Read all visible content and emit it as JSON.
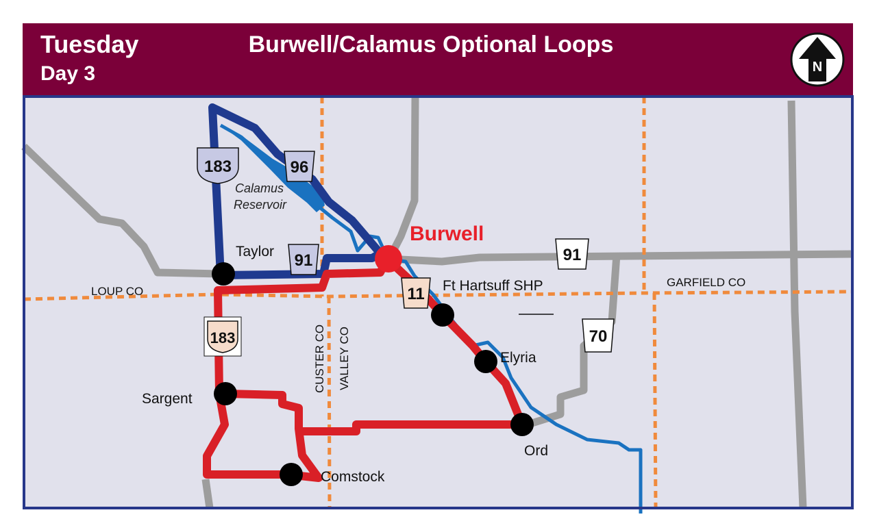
{
  "header": {
    "day": "Tuesday",
    "day_number": "Day 3",
    "title": "Burwell/Calamus Optional Loops",
    "north_letter": "N"
  },
  "towns": {
    "burwell": "Burwell",
    "taylor": "Taylor",
    "sargent": "Sargent",
    "comstock": "Comstock",
    "elyria": "Elyria",
    "ord": "Ord",
    "ft_hartsuff": "Ft Hartsuff SHP"
  },
  "water": {
    "reservoir_line1": "Calamus",
    "reservoir_line2": "Reservoir"
  },
  "counties": {
    "loup": "LOUP CO",
    "garfield": "GARFIELD CO",
    "custer": "CUSTER CO",
    "valley": "VALLEY CO"
  },
  "highways": {
    "us183_north": "183",
    "us183_south": "183",
    "ne96": "96",
    "ne91_west": "91",
    "ne91_east": "91",
    "ne11": "11",
    "ne70": "70"
  },
  "colors": {
    "header": "#7b0039",
    "map_bg": "#e1e1ec",
    "border": "#27378a",
    "red_route": "#d92027",
    "blue_route": "#1f3a8f",
    "river": "#1a72c0",
    "gray_road": "#9d9d9d",
    "county_line": "#f08a3c",
    "burwell_label": "#e8202a"
  }
}
